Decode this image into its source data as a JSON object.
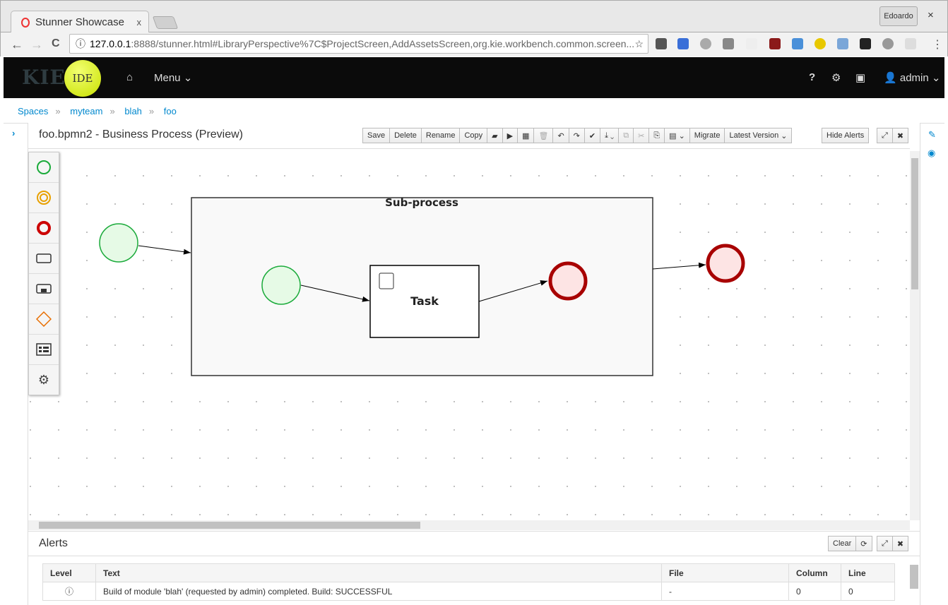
{
  "browser": {
    "tab_title": "Stunner Showcase",
    "tab_close": "x",
    "profile": "Edoardo",
    "window_close": "×",
    "url_host": "127.0.0.1",
    "url_path": ":8888/stunner.html#LibraryPerspective%7C$ProjectScreen,AddAssetsScreen,org.kie.workbench.common.screen...",
    "back": "←",
    "forward": "→",
    "reload": "C",
    "info": "ⓘ",
    "star": "☆",
    "menu": "⋮"
  },
  "app": {
    "logo_kie": "KIE",
    "logo_ide": "IDE",
    "menu": "Menu",
    "help": "?",
    "user": "admin"
  },
  "breadcrumb": [
    "Spaces",
    "myteam",
    "blah",
    "foo"
  ],
  "editor": {
    "title": "foo.bpmn2 - Business Process (Preview)",
    "buttons": [
      "Save",
      "Delete",
      "Rename",
      "Copy"
    ],
    "icon_buttons": [
      "▰",
      "▶",
      "▦",
      "🗑",
      "↶",
      "↷",
      "✔",
      "⤓ ⌄",
      "⧉",
      "✂",
      "⎘",
      "▤ ⌄"
    ],
    "migrate": "Migrate",
    "version": "Latest Version",
    "hide_alerts": "Hide Alerts",
    "maximize": "⤢",
    "close": "✖"
  },
  "diagram": {
    "subprocess_label": "Sub-process",
    "task_label": "Task"
  },
  "alerts": {
    "title": "Alerts",
    "clear": "Clear",
    "columns": [
      "Level",
      "Text",
      "File",
      "Column",
      "Line"
    ],
    "rows": [
      {
        "level": "ⓘ",
        "text": "Build of module 'blah' (requested by admin) completed. Build: SUCCESSFUL",
        "file": "-",
        "column": "0",
        "line": "0"
      }
    ]
  }
}
